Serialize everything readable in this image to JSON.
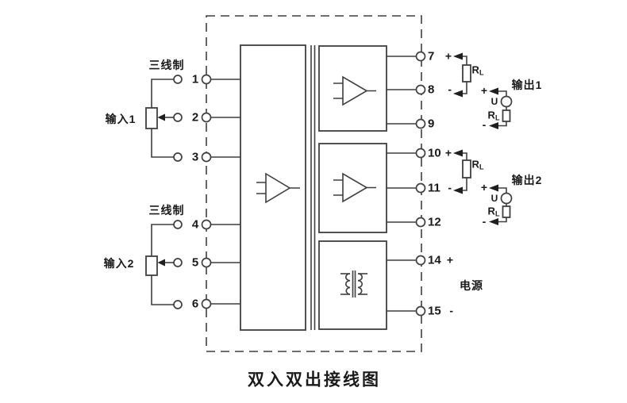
{
  "title": "双入双出接线图",
  "colors": {
    "line": "#3f3f3f",
    "text": "#1a1a1a",
    "background": "#ffffff"
  },
  "inputs": {
    "group1": {
      "wiring": "三线制",
      "label": "输入1"
    },
    "group2": {
      "wiring": "三线制",
      "label": "输入2"
    }
  },
  "outputs": {
    "output1_label": "输出1",
    "output2_label": "输出2"
  },
  "power_label": "电源",
  "symbols": {
    "u_source": "U",
    "load_r": "R",
    "load_r_sub": "L",
    "op_amp_icon": "triangle-amplifier",
    "transformer_icon": "isolation-transformer",
    "potentiometer_icon": "three-wire-rtd-potentiometer"
  },
  "signs": {
    "plus": "+",
    "minus": "-"
  },
  "terminals": {
    "left": [
      "1",
      "2",
      "3",
      "4",
      "5",
      "6"
    ],
    "right": [
      {
        "num": "7",
        "sign": "+"
      },
      {
        "num": "8",
        "sign": "-"
      },
      {
        "num": "9",
        "sign": ""
      },
      {
        "num": "10",
        "sign": "+"
      },
      {
        "num": "11",
        "sign": "-"
      },
      {
        "num": "12",
        "sign": ""
      },
      {
        "num": "14",
        "sign": "+"
      },
      {
        "num": "15",
        "sign": "-"
      }
    ]
  }
}
